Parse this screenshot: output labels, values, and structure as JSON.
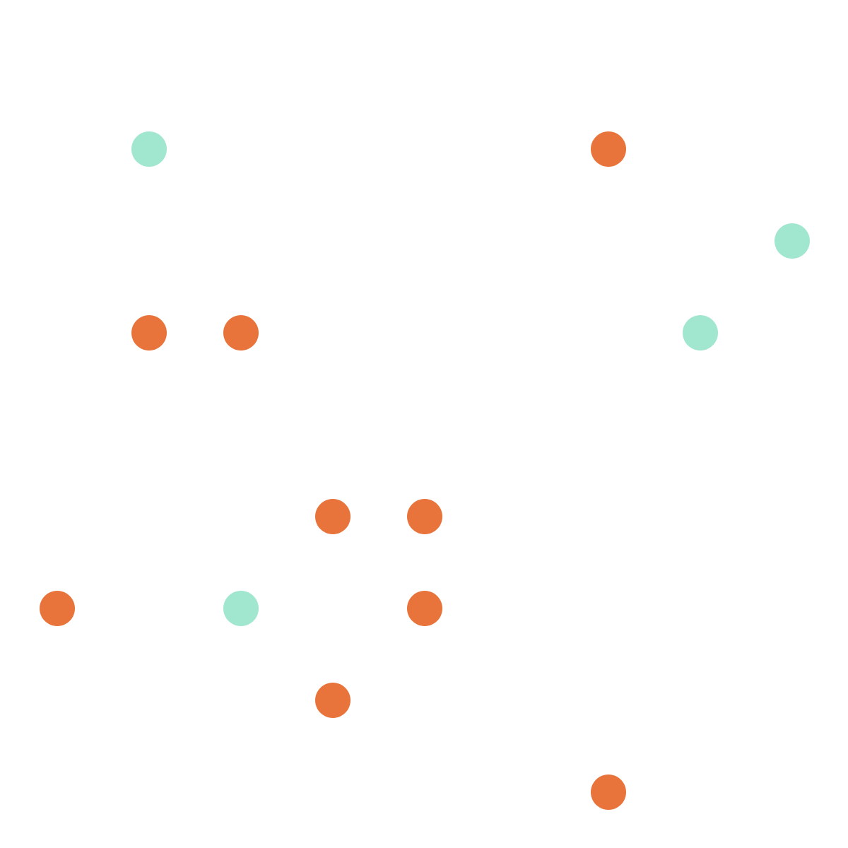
{
  "grid": {
    "columns": 9,
    "rows": 9
  },
  "colors": {
    "background": "#ffffff",
    "orange": "#e8743b",
    "mint": "#a1e6cf"
  },
  "dots": [
    {
      "col": 1,
      "row": 1,
      "color": "mint"
    },
    {
      "col": 6,
      "row": 1,
      "color": "orange"
    },
    {
      "col": 8,
      "row": 2,
      "color": "mint"
    },
    {
      "col": 1,
      "row": 3,
      "color": "orange"
    },
    {
      "col": 2,
      "row": 3,
      "color": "orange"
    },
    {
      "col": 7,
      "row": 3,
      "color": "mint"
    },
    {
      "col": 3,
      "row": 5,
      "color": "orange"
    },
    {
      "col": 4,
      "row": 5,
      "color": "orange"
    },
    {
      "col": 0,
      "row": 6,
      "color": "orange"
    },
    {
      "col": 2,
      "row": 6,
      "color": "mint"
    },
    {
      "col": 4,
      "row": 6,
      "color": "orange"
    },
    {
      "col": 3,
      "row": 7,
      "color": "orange"
    },
    {
      "col": 6,
      "row": 8,
      "color": "orange"
    }
  ]
}
